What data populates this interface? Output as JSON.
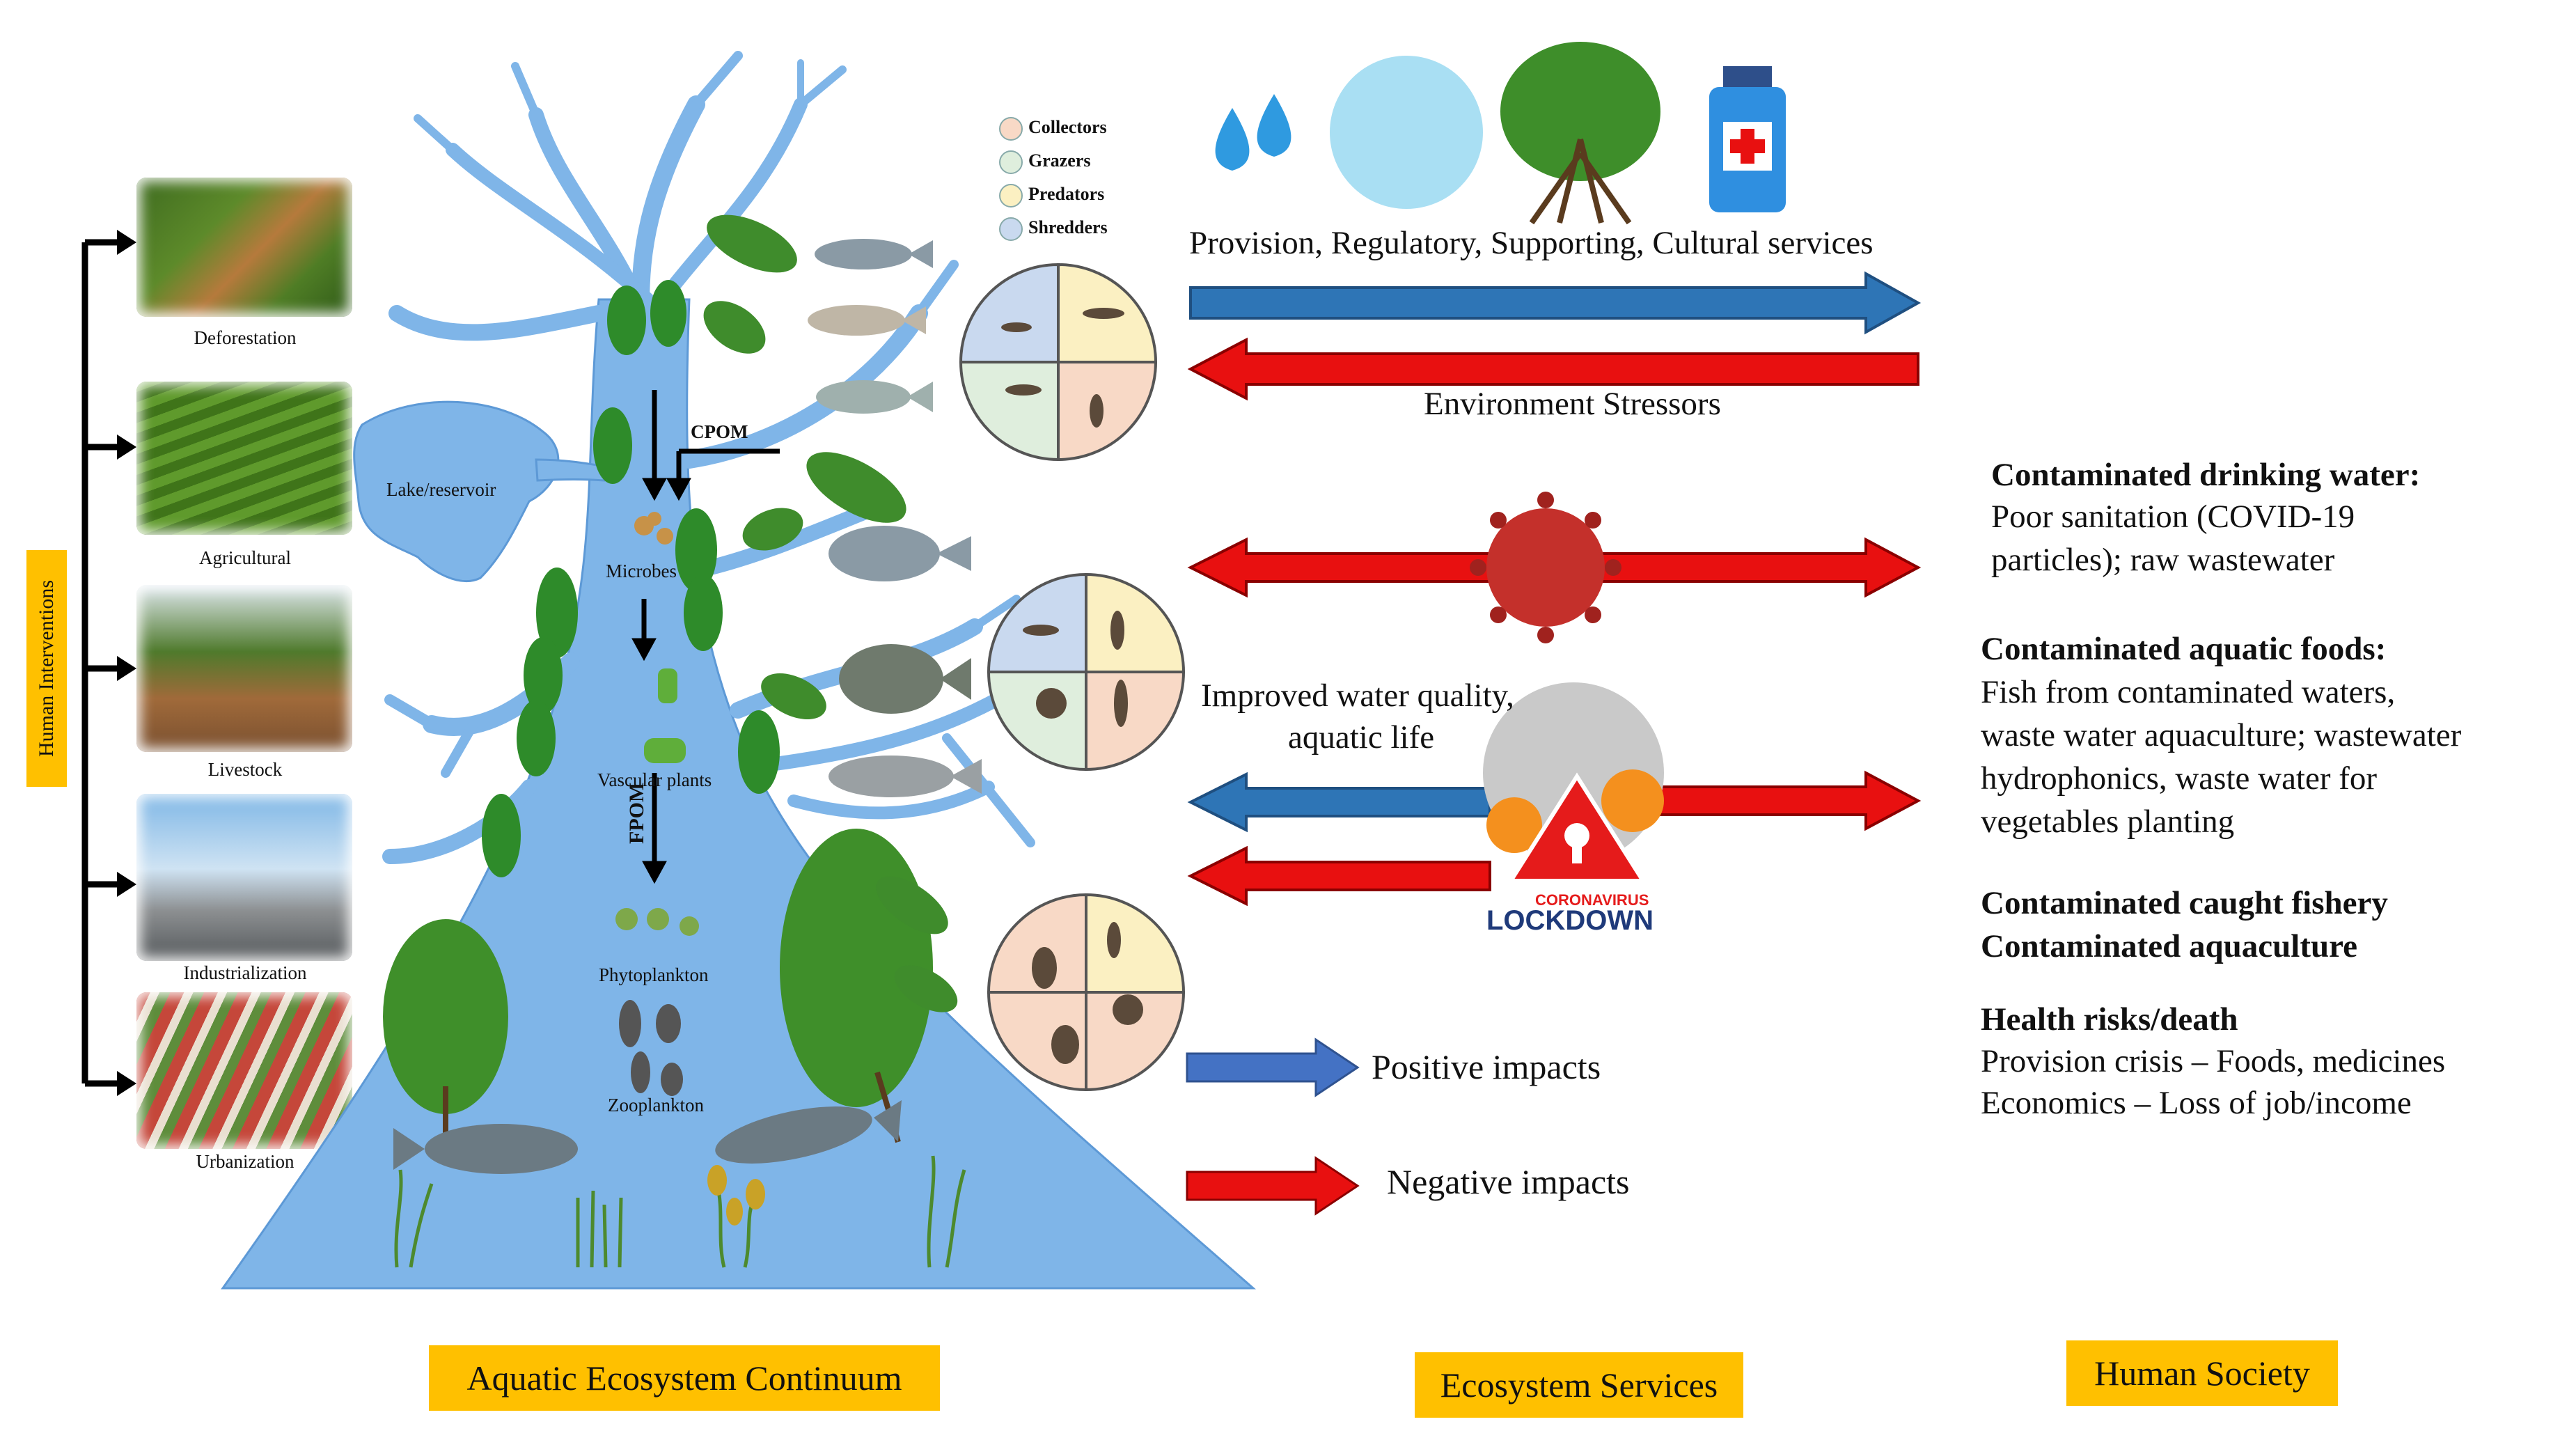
{
  "human_interventions": {
    "title": "Human Interventions",
    "items": [
      "Deforestation",
      "Agricultural",
      "Livestock",
      "Industrialization",
      "Urbanization"
    ]
  },
  "ecosystem": {
    "lake": "Lake/reservoir",
    "cpom": "CPOM",
    "fpom": "FPOM",
    "microbes": "Microbes",
    "vascular_plants": "Vascular plants",
    "phytoplankton": "Phytoplankton",
    "zooplankton": "Zooplankton"
  },
  "feeding_groups": [
    {
      "label": "Collectors",
      "color": "#f8d9c6"
    },
    {
      "label": "Grazers",
      "color": "#dfeedd"
    },
    {
      "label": "Predators",
      "color": "#fbf0c2"
    },
    {
      "label": "Shredders",
      "color": "#c9d9ef"
    }
  ],
  "services": {
    "top_label": "Provision, Regulatory, Supporting, Cultural services",
    "stressors_label": "Environment Stressors",
    "improved_line1": "Improved water quality,",
    "improved_line2": "aquatic life",
    "lockdown_line1": "CORONAVIRUS",
    "lockdown_line2": "LOCKDOWN"
  },
  "legend": {
    "positive": "Positive impacts",
    "negative": "Negative impacts"
  },
  "society": {
    "blocks": [
      {
        "heading": "Contaminated drinking water:",
        "lines": [
          "Poor sanitation (COVID-19",
          "particles); raw wastewater"
        ]
      },
      {
        "heading": "Contaminated aquatic foods:",
        "lines": [
          "Fish from contaminated waters,",
          "waste water aquaculture; wastewater",
          "hydrophonics,  waste water for",
          "vegetables planting"
        ]
      },
      {
        "heading": "Contaminated caught fishery",
        "lines": []
      },
      {
        "heading": "Contaminated aquaculture",
        "lines": []
      },
      {
        "heading": "Health risks/death",
        "lines": [
          "Provision crisis – Foods, medicines",
          "Economics – Loss of job/income"
        ]
      }
    ]
  },
  "footer": {
    "left": "Aquatic Ecosystem Continuum",
    "middle": "Ecosystem Services",
    "right": "Human Society"
  },
  "colors": {
    "water": "#7fb5e8",
    "arrow_blue": "#2e75b6",
    "arrow_red": "#e81010",
    "label_yellow": "#ffc000"
  }
}
